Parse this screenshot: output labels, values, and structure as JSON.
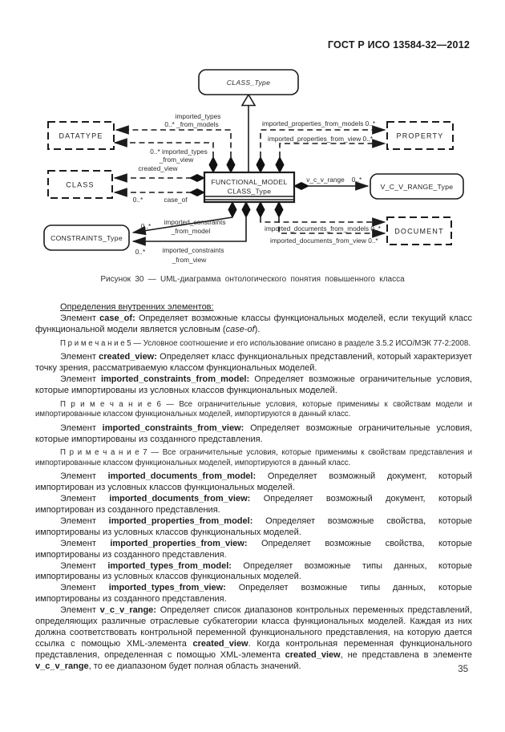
{
  "header": {
    "standard": "ГОСТ Р ИСО 13584-32—2012"
  },
  "page_number": "35",
  "figure": {
    "caption": "Рисунок 30 — UML-диаграмма онтологического понятия повышенного класса"
  },
  "diagram": {
    "nodes": {
      "class_type": "CLASS_Type",
      "functional_model_line1": "FUNCTIONAL_MODEL",
      "functional_model_line2": "CLASS_Type",
      "datatype": "DATATYPE",
      "class": "CLASS",
      "constraints": "CONSTRAINTS_Type",
      "property": "PROPERTY",
      "vcv_range": "V_C_V_RANGE_Type",
      "document": "DOCUMENT"
    },
    "labels": {
      "imported_types_models_line1": "imported_types",
      "imported_types_models_line2": "0..*  _from_models",
      "imported_types_view_line1": "0..* imported_types",
      "imported_types_view_line2": "_from_view",
      "imported_properties_models": "imported_properties_from_models  0..*",
      "imported_properties_view": "imported_properties_from_view  0..*",
      "created_view": "created_view",
      "case_of_mult": "0..*",
      "case_of": "case_of",
      "vcv_range": "v_c_v_range",
      "vcv_range_mult": "0..*",
      "constraints_model_mult": "0..*",
      "constraints_model_line1": "imported_constraints",
      "constraints_model_line2": "_from_model",
      "constraints_view_mult": "0..*",
      "constraints_view_line1": "imported_constraints",
      "constraints_view_line2": "_from_view",
      "documents_models": "imported_documents_from_models 0..*",
      "documents_view": "imported_documents_from_view 0..*"
    }
  },
  "content": {
    "heading": "Определения внутренних элементов:",
    "paragraphs": [
      {
        "kind": "body",
        "segments": [
          {
            "text": "Элемент "
          },
          {
            "text": "case_of:",
            "bold": true
          },
          {
            "text": " Определяет возможные классы функциональных моделей, если текущий класс функциональной модели является условным ("
          },
          {
            "text": "case-of",
            "italic": true
          },
          {
            "text": ")."
          }
        ]
      },
      {
        "kind": "note",
        "segments": [
          {
            "text": "П р и м е ч а н и е   5 — Условное соотношение и его использование описано в разделе 3.5.2 ИСО/МЭК 77-2:2008."
          }
        ]
      },
      {
        "kind": "body",
        "segments": [
          {
            "text": "Элемент "
          },
          {
            "text": "created_view:",
            "bold": true
          },
          {
            "text": " Определяет класс функциональных представлений, который характеризует точку зрения, рассматриваемую классом функциональных моделей."
          }
        ]
      },
      {
        "kind": "body",
        "segments": [
          {
            "text": "Элемент "
          },
          {
            "text": "imported_constraints_from_model:",
            "bold": true
          },
          {
            "text": " Определяет возможные ограничительные условия, которые импортированы из условных классов функциональных моделей."
          }
        ]
      },
      {
        "kind": "note",
        "segments": [
          {
            "text": "П р и м е ч а н и е 6 — Все ограничительные условия, которые применимы к свойствам модели и импортированные классом функциональных моделей, импортируются в данный класс."
          }
        ]
      },
      {
        "kind": "body",
        "segments": [
          {
            "text": "Элемент "
          },
          {
            "text": "imported_constraints_from_view:",
            "bold": true
          },
          {
            "text": " Определяет возможные ограничительные условия, которые импортированы из созданного представления."
          }
        ]
      },
      {
        "kind": "note",
        "segments": [
          {
            "text": "П р и м е ч а н и е 7 — Все ограничительные условия, которые применимы к свойствам представления и импортированные классом функциональных моделей, импортируются в данный класс."
          }
        ]
      },
      {
        "kind": "body",
        "segments": [
          {
            "text": "Элемент "
          },
          {
            "text": "imported_documents_from_model:",
            "bold": true
          },
          {
            "text": " Определяет возможный документ, который импортирован из условных классов функциональных моделей."
          }
        ]
      },
      {
        "kind": "body",
        "segments": [
          {
            "text": "Элемент "
          },
          {
            "text": "imported_documents_from_view:",
            "bold": true
          },
          {
            "text": " Определяет возможный документ, который импортирован из созданного представления."
          }
        ]
      },
      {
        "kind": "body",
        "segments": [
          {
            "text": "Элемент "
          },
          {
            "text": "imported_properties_from_model:",
            "bold": true
          },
          {
            "text": " Определяет возможные свойства, которые импортированы из условных классов функциональных моделей."
          }
        ]
      },
      {
        "kind": "body",
        "segments": [
          {
            "text": "Элемент "
          },
          {
            "text": "imported_properties_from_view:",
            "bold": true
          },
          {
            "text": " Определяет возможные свойства, которые импортированы из созданного представления."
          }
        ]
      },
      {
        "kind": "body",
        "segments": [
          {
            "text": "Элемент "
          },
          {
            "text": "imported_types_from_model:",
            "bold": true
          },
          {
            "text": " Определяет возможные типы данных, которые импортированы из условных классов функциональных моделей."
          }
        ]
      },
      {
        "kind": "body",
        "segments": [
          {
            "text": "Элемент "
          },
          {
            "text": "imported_types_from_view:",
            "bold": true
          },
          {
            "text": " Определяет возможные типы данных, которые импортированы из созданного представления."
          }
        ]
      },
      {
        "kind": "body",
        "segments": [
          {
            "text": "Элемент "
          },
          {
            "text": "v_c_v_range:",
            "bold": true
          },
          {
            "text": " Определяет список диапазонов контрольных переменных представлений, определяющих различные отраслевые субкатегории класса функциональных моделей. Каждая из них должна соответствовать контрольной переменной функционального представления, на которую дается ссылка с помощью XML-элемента "
          },
          {
            "text": "created_view",
            "bold": true
          },
          {
            "text": ". Когда контрольная переменная функционального представления, определенная  с помощью XML-элемента "
          },
          {
            "text": "created_view",
            "bold": true
          },
          {
            "text": ", не представлена в элементе "
          },
          {
            "text": "v_c_v_range",
            "bold": true
          },
          {
            "text": ", то ее диапазоном будет полная область значений."
          }
        ]
      }
    ]
  }
}
